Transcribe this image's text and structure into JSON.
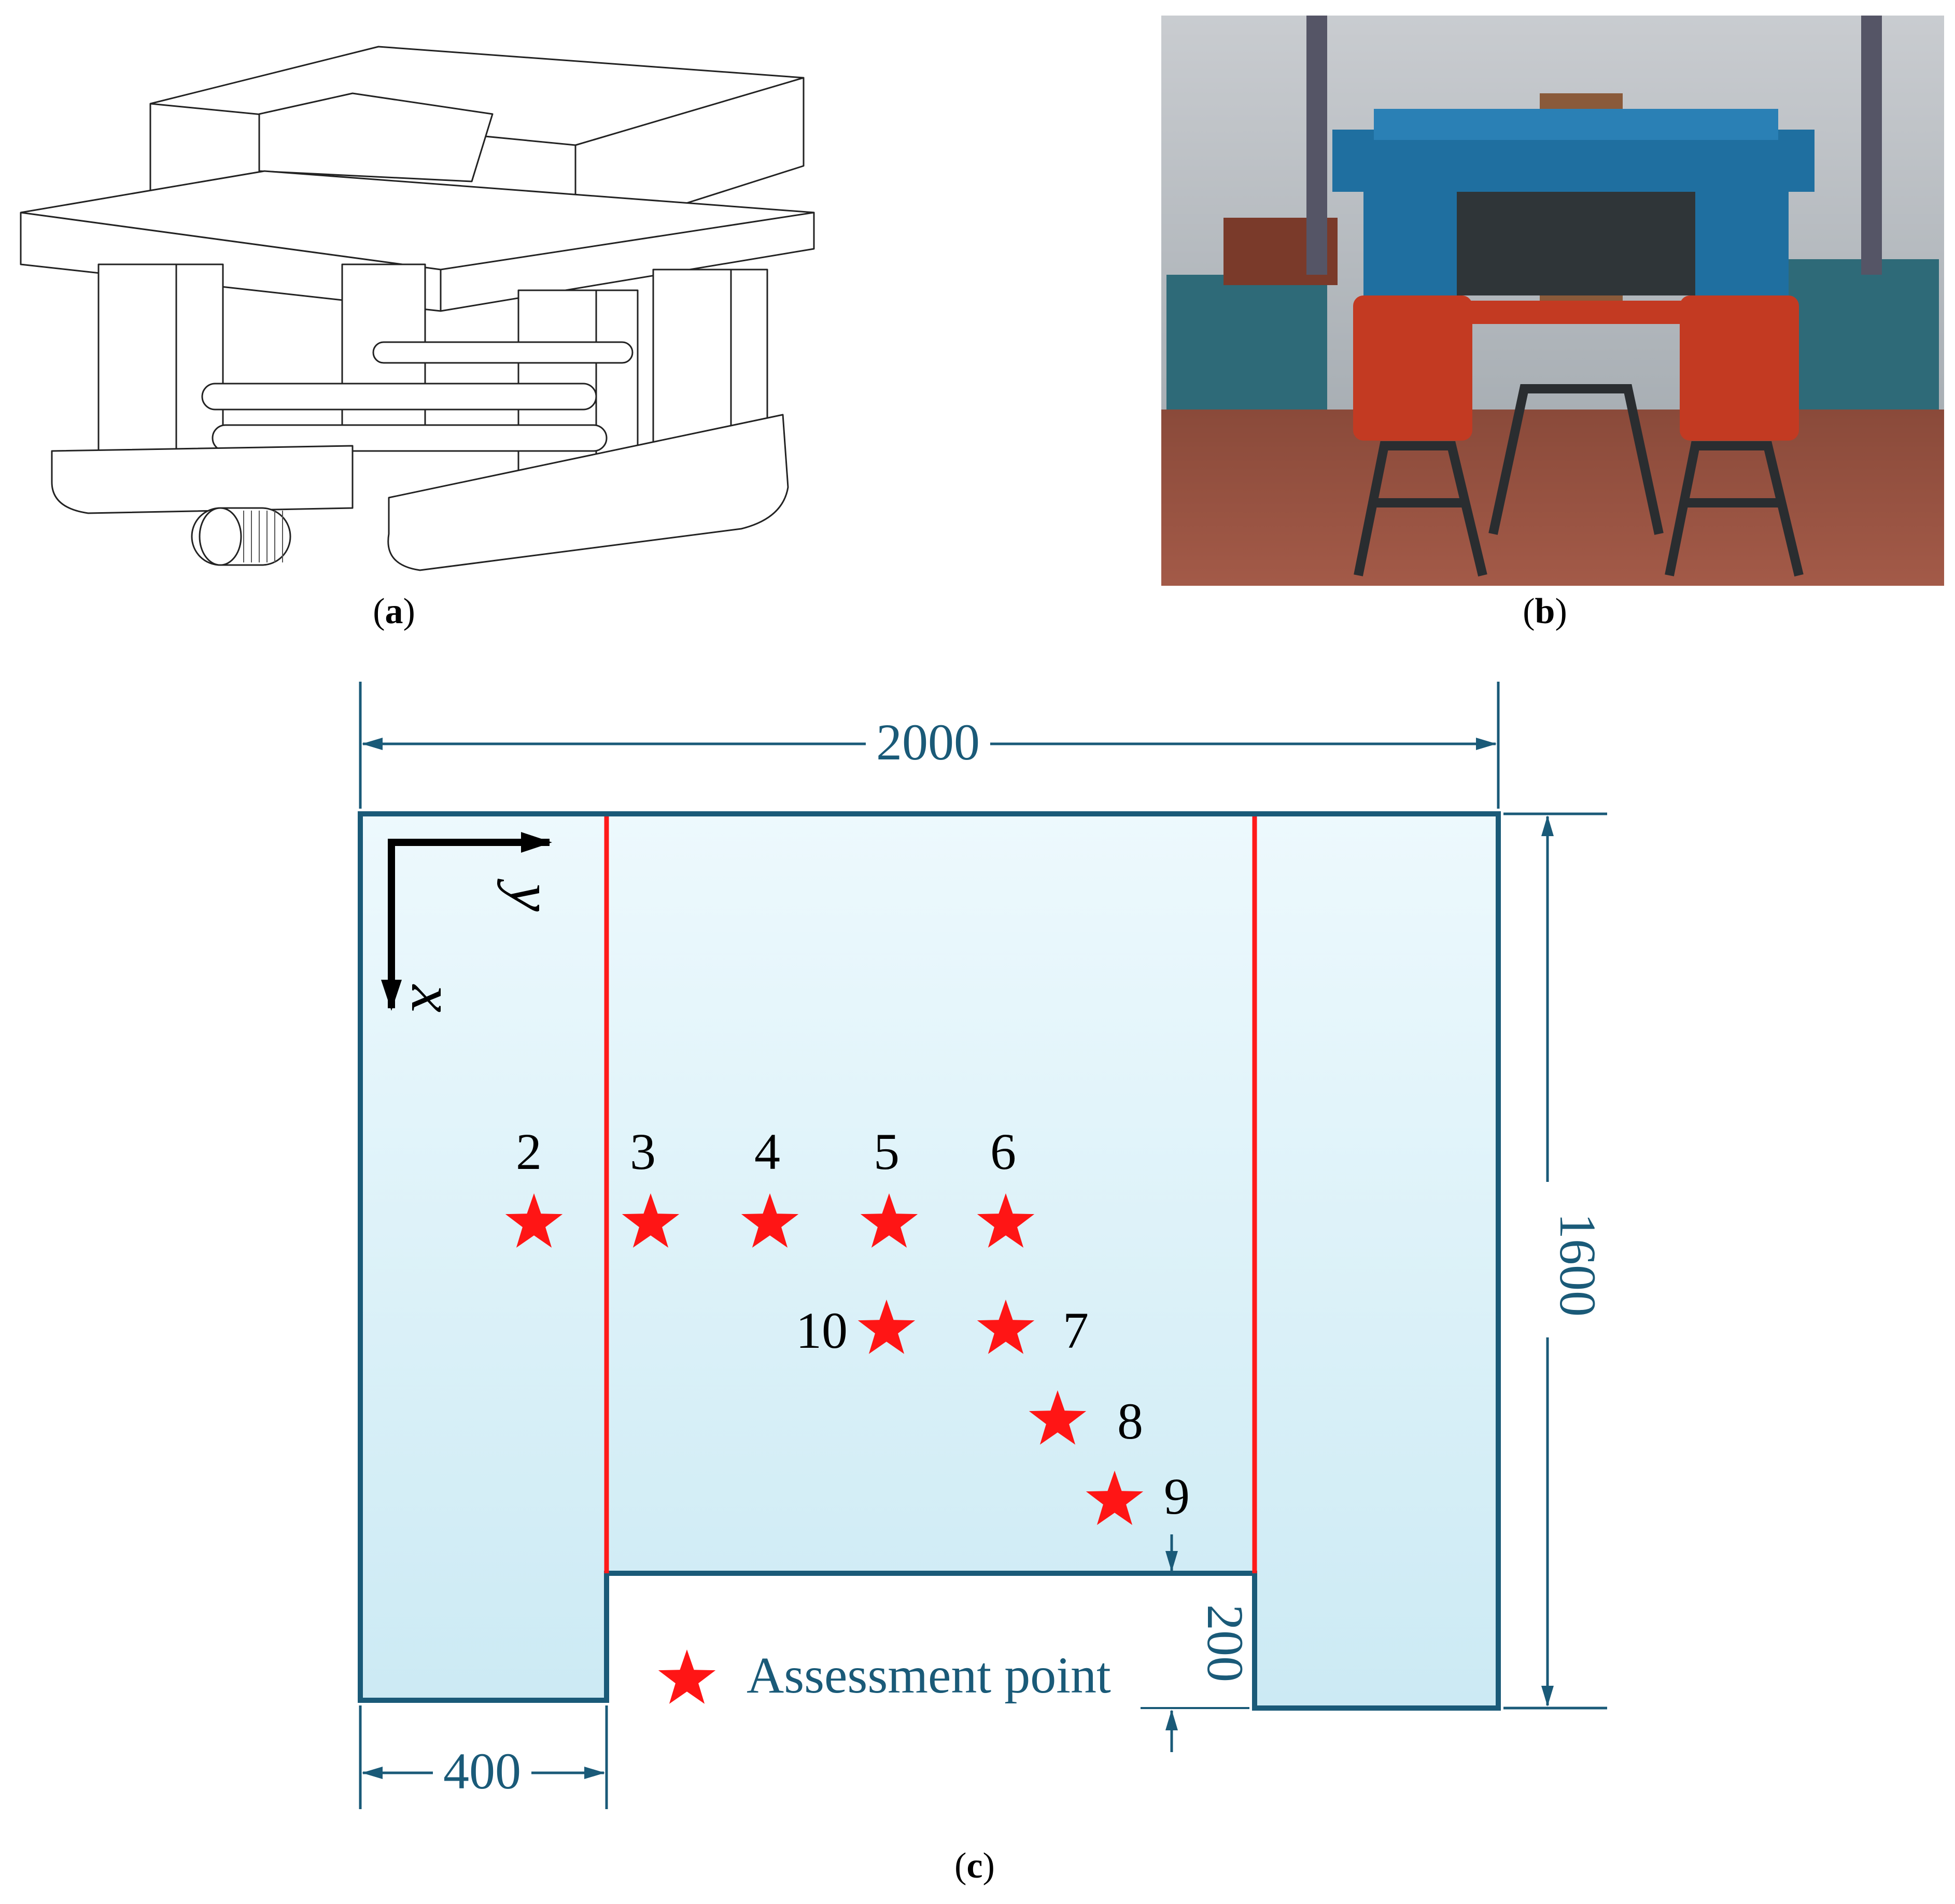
{
  "captions": {
    "a": "a",
    "b": "b",
    "c": "c"
  },
  "dimensions": {
    "width_total": "2000",
    "height_total": "1600",
    "leg_width": "400",
    "gap_height": "200"
  },
  "axes": {
    "x_label": "x",
    "y_label": "y"
  },
  "points": [
    "2",
    "3",
    "4",
    "5",
    "6",
    "7",
    "8",
    "9",
    "10"
  ],
  "legend": {
    "label": "Assessment point"
  },
  "colors": {
    "outline": "#1a5a78",
    "fill_top": "#e8f7fc",
    "fill_bottom": "#cdebf5",
    "red_line": "#ff1a1a",
    "star": "#ff1515",
    "dim_text": "#1a5a78",
    "photo_blue": "#1f6fa0",
    "photo_red": "#c33a22"
  }
}
